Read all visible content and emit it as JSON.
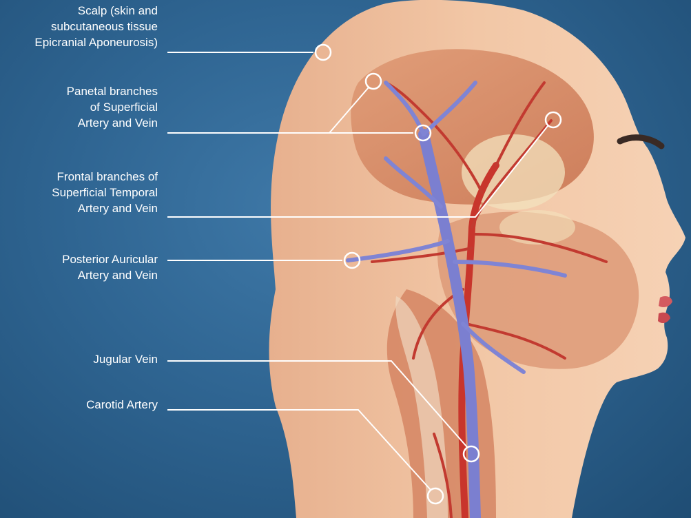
{
  "diagram": {
    "labels": [
      {
        "id": "scalp",
        "lines": [
          "Scalp (skin and",
          "subcutaneous tissue",
          "Epicranial Aponeurosis)"
        ]
      },
      {
        "id": "parietal",
        "lines": [
          "Panetal branches",
          "of Superficial",
          "Artery and Vein"
        ]
      },
      {
        "id": "frontal",
        "lines": [
          "Frontal branches of",
          "Superficial Temporal",
          "Artery and Vein"
        ]
      },
      {
        "id": "posterior-auricular",
        "lines": [
          "Posterior Auricular",
          "Artery and Vein"
        ]
      },
      {
        "id": "jugular",
        "lines": [
          "Jugular Vein"
        ]
      },
      {
        "id": "carotid",
        "lines": [
          "Carotid Artery"
        ]
      }
    ]
  },
  "colors": {
    "background": "#2f6592",
    "skin": "#efc1a0",
    "muscle": "#d98a66",
    "artery": "#c8352c",
    "vein": "#7b7fd0",
    "leader_line": "#ffffff"
  }
}
